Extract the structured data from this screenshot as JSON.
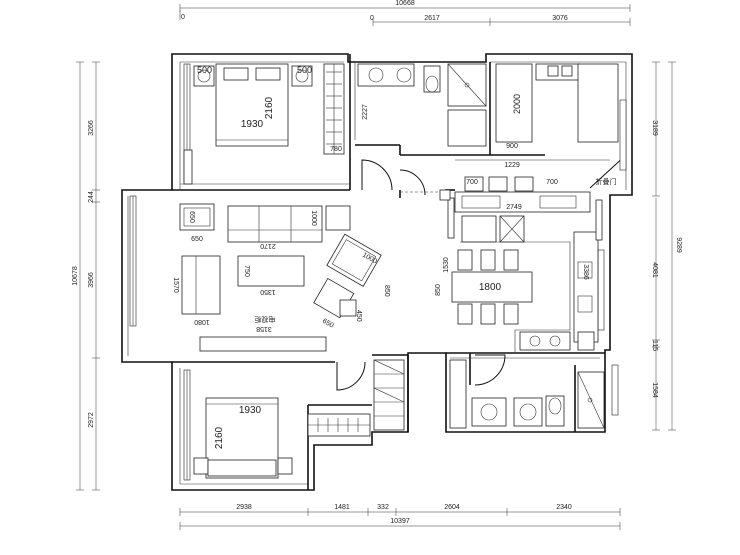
{
  "dimensions": {
    "top_overall": "10668",
    "top_left_zero": "0",
    "top_mid_zero": "0",
    "top_seg1": "2617",
    "top_seg2": "3076",
    "left_overall": "10678",
    "left_seg1": "3266",
    "left_seg2": "244",
    "left_seg3": "3966",
    "left_seg4": "2972",
    "right_seg1": "3189",
    "right_seg2": "9289",
    "right_seg3": "4081",
    "right_seg4": "115",
    "right_seg5": "1584",
    "bottom_seg1": "2938",
    "bottom_seg2": "1481",
    "bottom_seg3": "332",
    "bottom_seg4": "2604",
    "bottom_seg5": "2340",
    "bottom_overall": "10397"
  },
  "labels": {
    "bed1_nightstand_l": "500",
    "bed1_nightstand_r": "500",
    "bed1_width": "1930",
    "bed1_length": "2160",
    "bath1_w": "2227",
    "wardrobe1": "780",
    "kid_bed_len": "2000",
    "kid_desk": "900",
    "kid_small": "折叠门",
    "dining_w": "1229",
    "stool_l": "700",
    "stool_r": "700",
    "counter": "2749",
    "cabinet_small": "650",
    "armchair_650": "650",
    "sofa_depth": "1000",
    "sofa_len": "2170",
    "ottoman_w": "1000",
    "ottoman_d": "850",
    "side_sofa": "1570",
    "coffee_w": "750",
    "coffee_len": "1350",
    "chair_650": "650",
    "chair_450": "450",
    "tv_cabinet_len": "3158",
    "tv_small": "电视柜",
    "tv_depth": "1080",
    "dining_table_1530": "1530",
    "dining_table_850": "850",
    "dining_table_len": "1800",
    "kitchen_sink": "3386",
    "bed2_width": "1930",
    "bed2_length": "2160"
  }
}
